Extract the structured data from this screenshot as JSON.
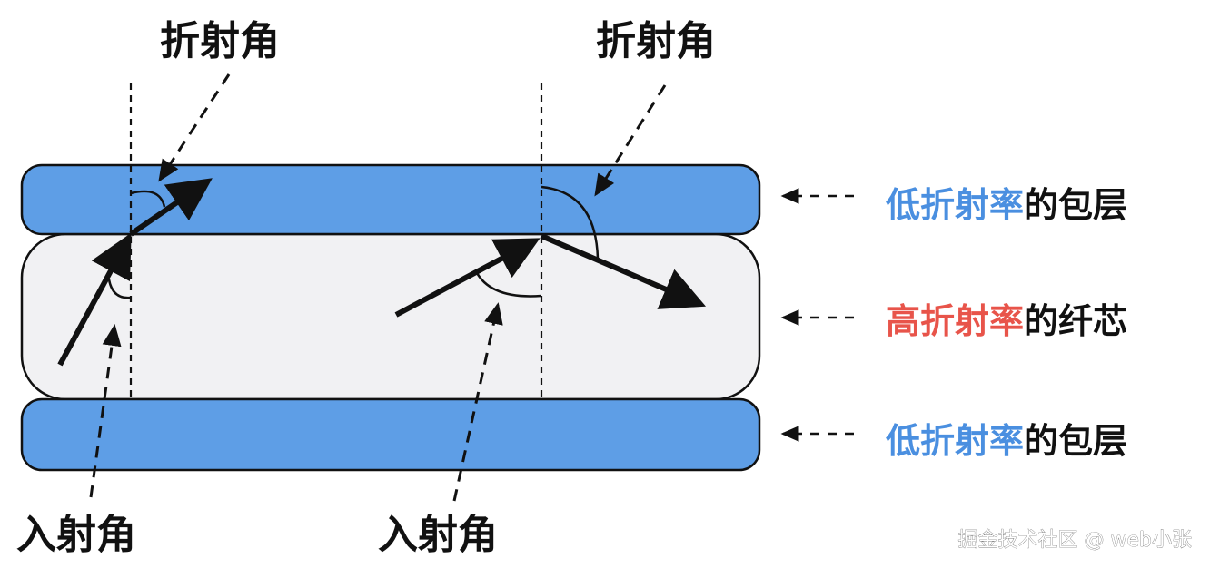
{
  "labels": {
    "refraction_left": "折射角",
    "refraction_right": "折射角",
    "incidence_left": "入射角",
    "incidence_right": "入射角"
  },
  "legend": {
    "top": {
      "highlight": "低折射率",
      "rest": "的包层",
      "color": "#4a8fe0"
    },
    "middle": {
      "highlight": "高折射率",
      "rest": "的纤芯",
      "color": "#e8544a"
    },
    "bottom": {
      "highlight": "低折射率",
      "rest": "的包层",
      "color": "#4a8fe0"
    }
  },
  "watermark": "掘金技术社区 @ web小张",
  "colors": {
    "cladding": "#5e9ee6",
    "core": "#f1f1f3",
    "ink": "#111111"
  }
}
